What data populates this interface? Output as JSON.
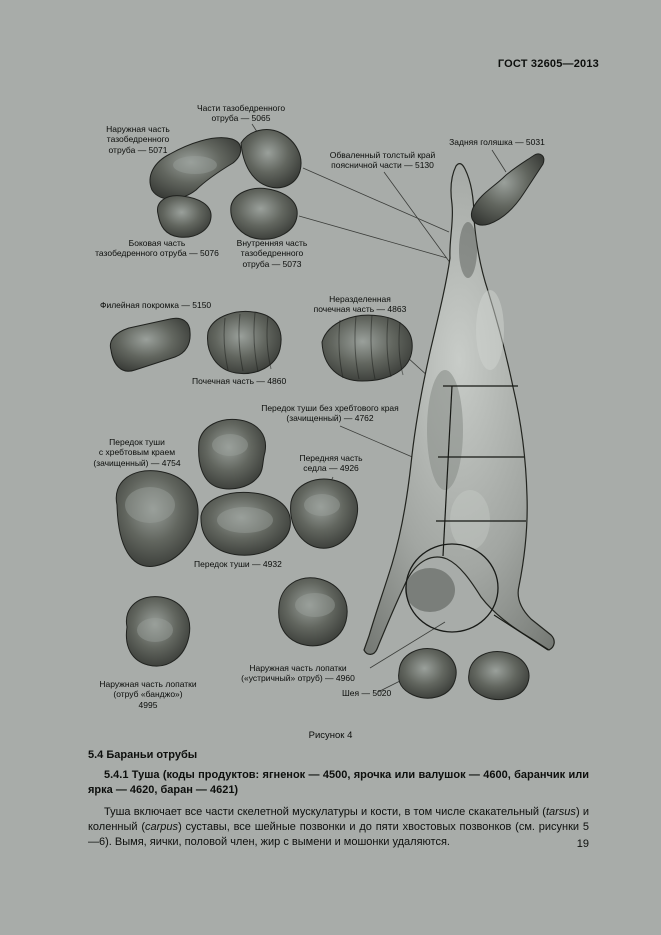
{
  "header": {
    "title": "ГОСТ 32605—2013"
  },
  "figure": {
    "caption": "Рисунок 4",
    "labels": [
      {
        "id": "hip-cut-parts",
        "text": "Части тазобедренного\nотруба — 5065"
      },
      {
        "id": "outer-hip-cut",
        "text": "Наружная часть\nтазобедренного\nотруба — 5071"
      },
      {
        "id": "boneless-thick-loin-edge",
        "text": "Обваленный толстый край\nпоясничной части — 5130"
      },
      {
        "id": "hind-shank",
        "text": "Задняя голяшка — 5031"
      },
      {
        "id": "side-hip-cut",
        "text": "Боковая часть\nтазобедренного отруба — 5076"
      },
      {
        "id": "inner-hip-cut",
        "text": "Внутренняя часть\nтазобедренного\nотруба — 5073"
      },
      {
        "id": "fillet-flap",
        "text": "Филейная покромка — 5150"
      },
      {
        "id": "undivided-loin",
        "text": "Неразделенная\nпочечная часть — 4863"
      },
      {
        "id": "loin-part",
        "text": "Почечная часть — 4860"
      },
      {
        "id": "forequarter-no-spine",
        "text": "Передок туши без хребтового края\n(зачищенный) — 4762"
      },
      {
        "id": "forequarter-with-spine",
        "text": "Передок туши\nс хребтовым краем\n(зачищенный) — 4754"
      },
      {
        "id": "front-saddle-part",
        "text": "Передняя часть\nседла — 4926"
      },
      {
        "id": "forequarter",
        "text": "Передок туши — 4932"
      },
      {
        "id": "oyster-shoulder-cut",
        "text": "Наружная часть лопатки\n(«устричный» отруб) — 4960"
      },
      {
        "id": "banjo-shoulder-cut",
        "text": "Наружная часть лопатки\n(отруб «банджо»)\n4995"
      },
      {
        "id": "neck",
        "text": "Шея — 5020"
      }
    ]
  },
  "body": {
    "section_heading": "5.4 Бараньи отрубы",
    "subsection_heading": "5.4.1 Туша (коды продуктов: ягненок — 4500, ярочка или валушок — 4600, баранчик или ярка — 4620, баран — 4621)",
    "paragraph_segments": [
      "Туша включает все части скелетной мускулатуры и кости, в том числе скакательный (",
      "tarsus",
      ") и коленный (",
      "carpus",
      ") суставы, все шейные позвонки и до пяти хвостовых позвонков (см. рисунки 5—6). Вымя, яички, половой член, жир с вымени и мошонки удаляются."
    ]
  },
  "footer": {
    "page_number": "19"
  }
}
